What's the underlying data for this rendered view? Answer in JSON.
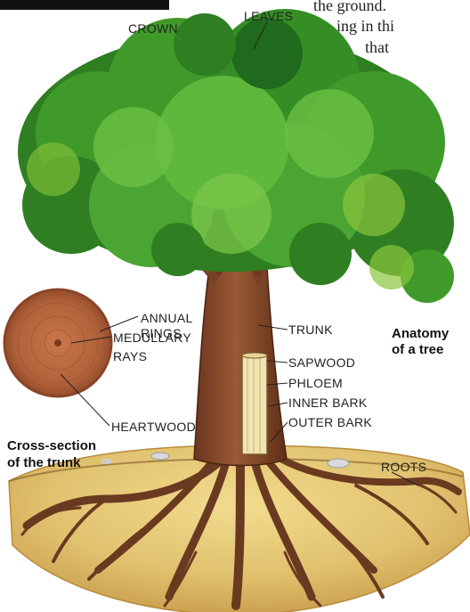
{
  "colors": {
    "foliage_dark": "#1f6a1c",
    "foliage_mid": "#3f9a2a",
    "foliage_light": "#8ac43c",
    "trunk": "#8a4a2a",
    "trunk_dark": "#5e2f18",
    "soil": "#e0c16e",
    "soil_dark": "#b88a3c",
    "root": "#6a3a20",
    "cross_section": "#b0623a",
    "cross_section_edge": "#8a4426"
  },
  "body_text": {
    "line1": "the ground.",
    "line2": "ing in thi",
    "line3": "that"
  },
  "labels": {
    "crown": "CROWN",
    "leaves": "LEAVES",
    "annual_rings": "ANNUAL",
    "annual_rings_2": "RINGS",
    "medullary": "MEDULLARY",
    "medullary_2": "RAYS",
    "heartwood": "HEARTWOOD",
    "trunk": "TRUNK",
    "sapwood": "SAPWOOD",
    "phloem": "PHLOEM",
    "inner_bark": "INNER BARK",
    "outer_bark": "OUTER BARK",
    "roots": "ROOTS"
  },
  "captions": {
    "cross_section_1": "Cross-section",
    "cross_section_2": "of the trunk",
    "anatomy_1": "Anatomy",
    "anatomy_2": "of a tree"
  }
}
